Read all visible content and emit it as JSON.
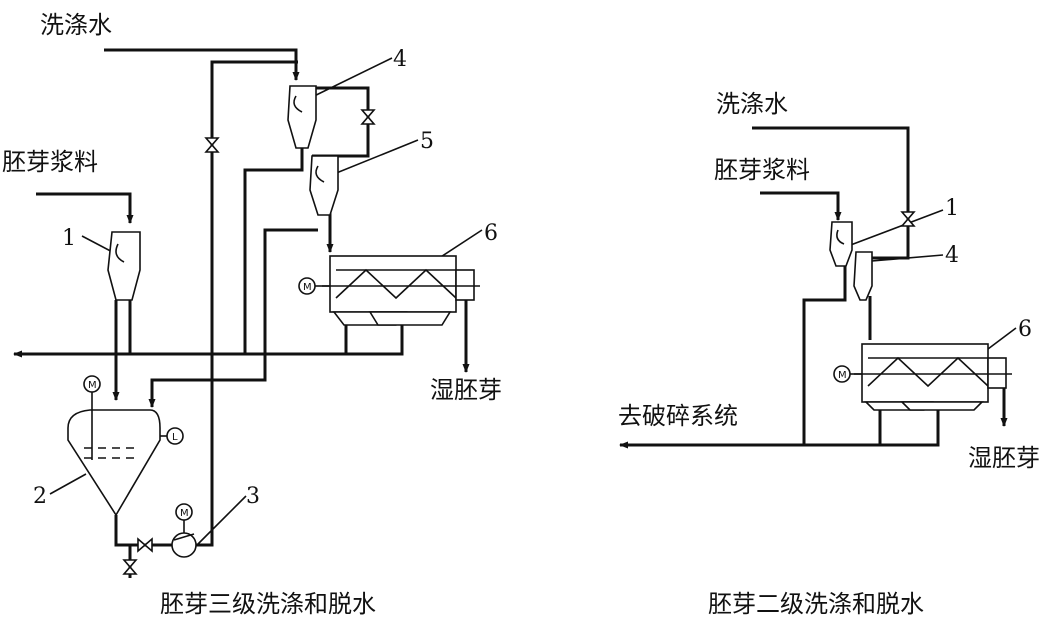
{
  "left": {
    "labels": {
      "wash_water": "洗涤水",
      "germ_slurry": "胚芽浆料",
      "wet_germ": "湿胚芽"
    },
    "numbers": [
      "1",
      "2",
      "3",
      "4",
      "5",
      "6"
    ],
    "caption": "胚芽三级洗涤和脱水"
  },
  "right": {
    "labels": {
      "wash_water": "洗涤水",
      "germ_slurry": "胚芽浆料",
      "to_crushing": "去破碎系统",
      "wet_germ": "湿胚芽"
    },
    "numbers": [
      "1",
      "4",
      "6"
    ],
    "caption": "胚芽二级洗涤和脱水"
  },
  "symbols": {
    "motor": "M",
    "level": "L"
  }
}
